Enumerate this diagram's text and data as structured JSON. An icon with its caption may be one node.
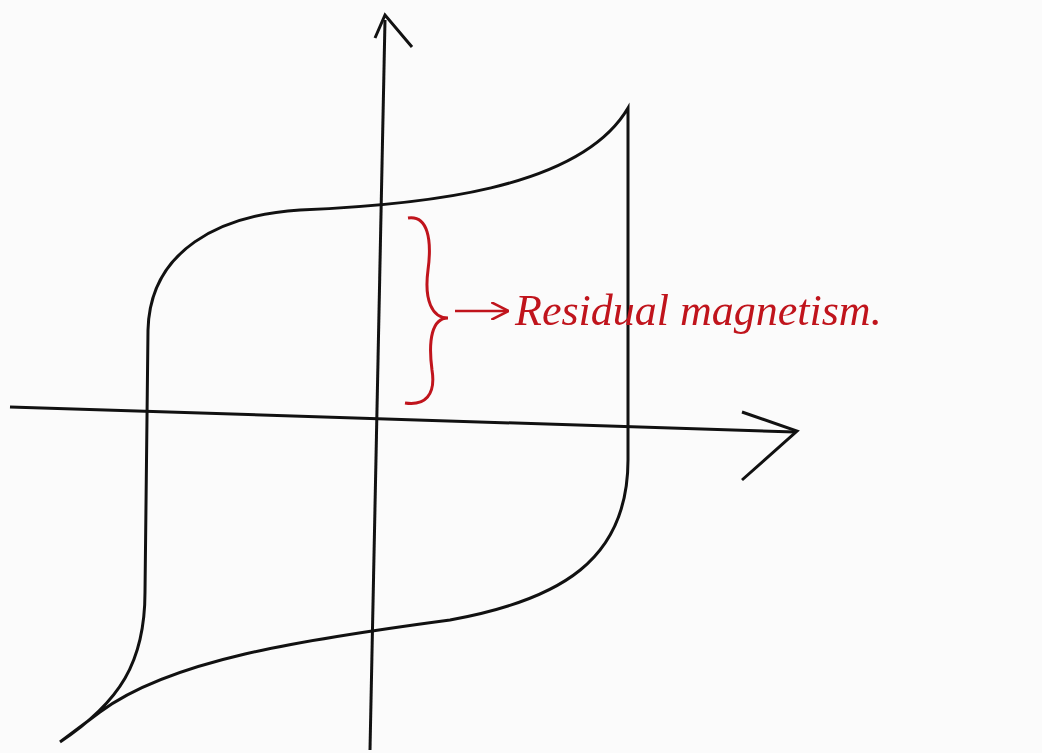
{
  "diagram": {
    "nodes": [
      {
        "text": [],
        "shape": "bracket"
      },
      {
        "text": [
          "Residual magnetism."
        ]
      }
    ],
    "edges": [
      {
        "from": 0,
        "to": 1,
        "arrow": "to",
        "color": "#c0141c"
      }
    ]
  }
}
